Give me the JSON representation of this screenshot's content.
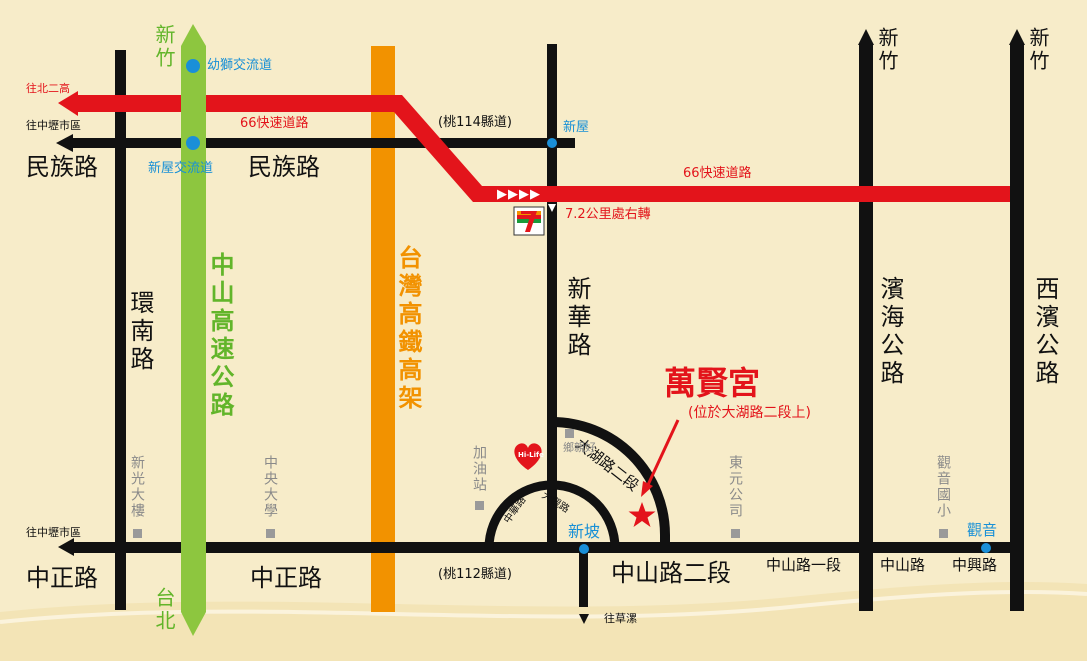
{
  "highway": {
    "north_label": "新竹",
    "south_label": "台北",
    "name": "中山高速公路",
    "interchange_top": "幼獅交流道",
    "interchange_mid": "新屋交流道"
  },
  "hsr": {
    "name": "台灣高鐵高架"
  },
  "expressway": {
    "name": "66快速道路",
    "to_label": "往北二高",
    "arrows": "▶▶▶▶",
    "turn_note": "7.2公里處右轉"
  },
  "minzu": {
    "name_left": "民族路",
    "name_right": "民族路",
    "to_label": "往中壢市區",
    "county_road": "(桃114縣道)"
  },
  "xinwu_label": "新屋",
  "huannan": {
    "name": "環南路"
  },
  "xinhua": {
    "name": "新華路"
  },
  "binhai": {
    "name": "濱海公路",
    "north": "新竹"
  },
  "xibin": {
    "name": "西濱公路",
    "north": "新竹"
  },
  "zhongzheng": {
    "name_left": "中正路",
    "name_mid": "中正路",
    "to_label": "往中壢市區",
    "county_road": "(桃112縣道)"
  },
  "zhongshan": {
    "seg2": "中山路二段",
    "seg1": "中山路一段",
    "road": "中山路",
    "zhongxing": "中興路"
  },
  "xinpo_label": "新坡",
  "caota_label": "往草漯",
  "guanyin_label": "觀音",
  "dahu_road": "大湖路二段",
  "small_roads": {
    "left": "中華路",
    "right": "大觀路"
  },
  "temple": {
    "name": "萬賢宮",
    "note": "(位於大湖路二段上)"
  },
  "landmarks": {
    "xinguang": "新光大樓",
    "zhongyang": "中央大學",
    "gas": "加油站",
    "hilife_logo": "Hi-Life",
    "hilife_shop": "鄉親好",
    "dongyuan": "東元公司",
    "guanyin_school": "觀音國小"
  },
  "colors": {
    "background": "#f7ecc9",
    "road": "#111111",
    "expressway": "#e3141b",
    "highway": "#8dc63f",
    "hsr": "#f29200",
    "station": "#1a8fd8",
    "landmark": "#8a8a8a"
  }
}
